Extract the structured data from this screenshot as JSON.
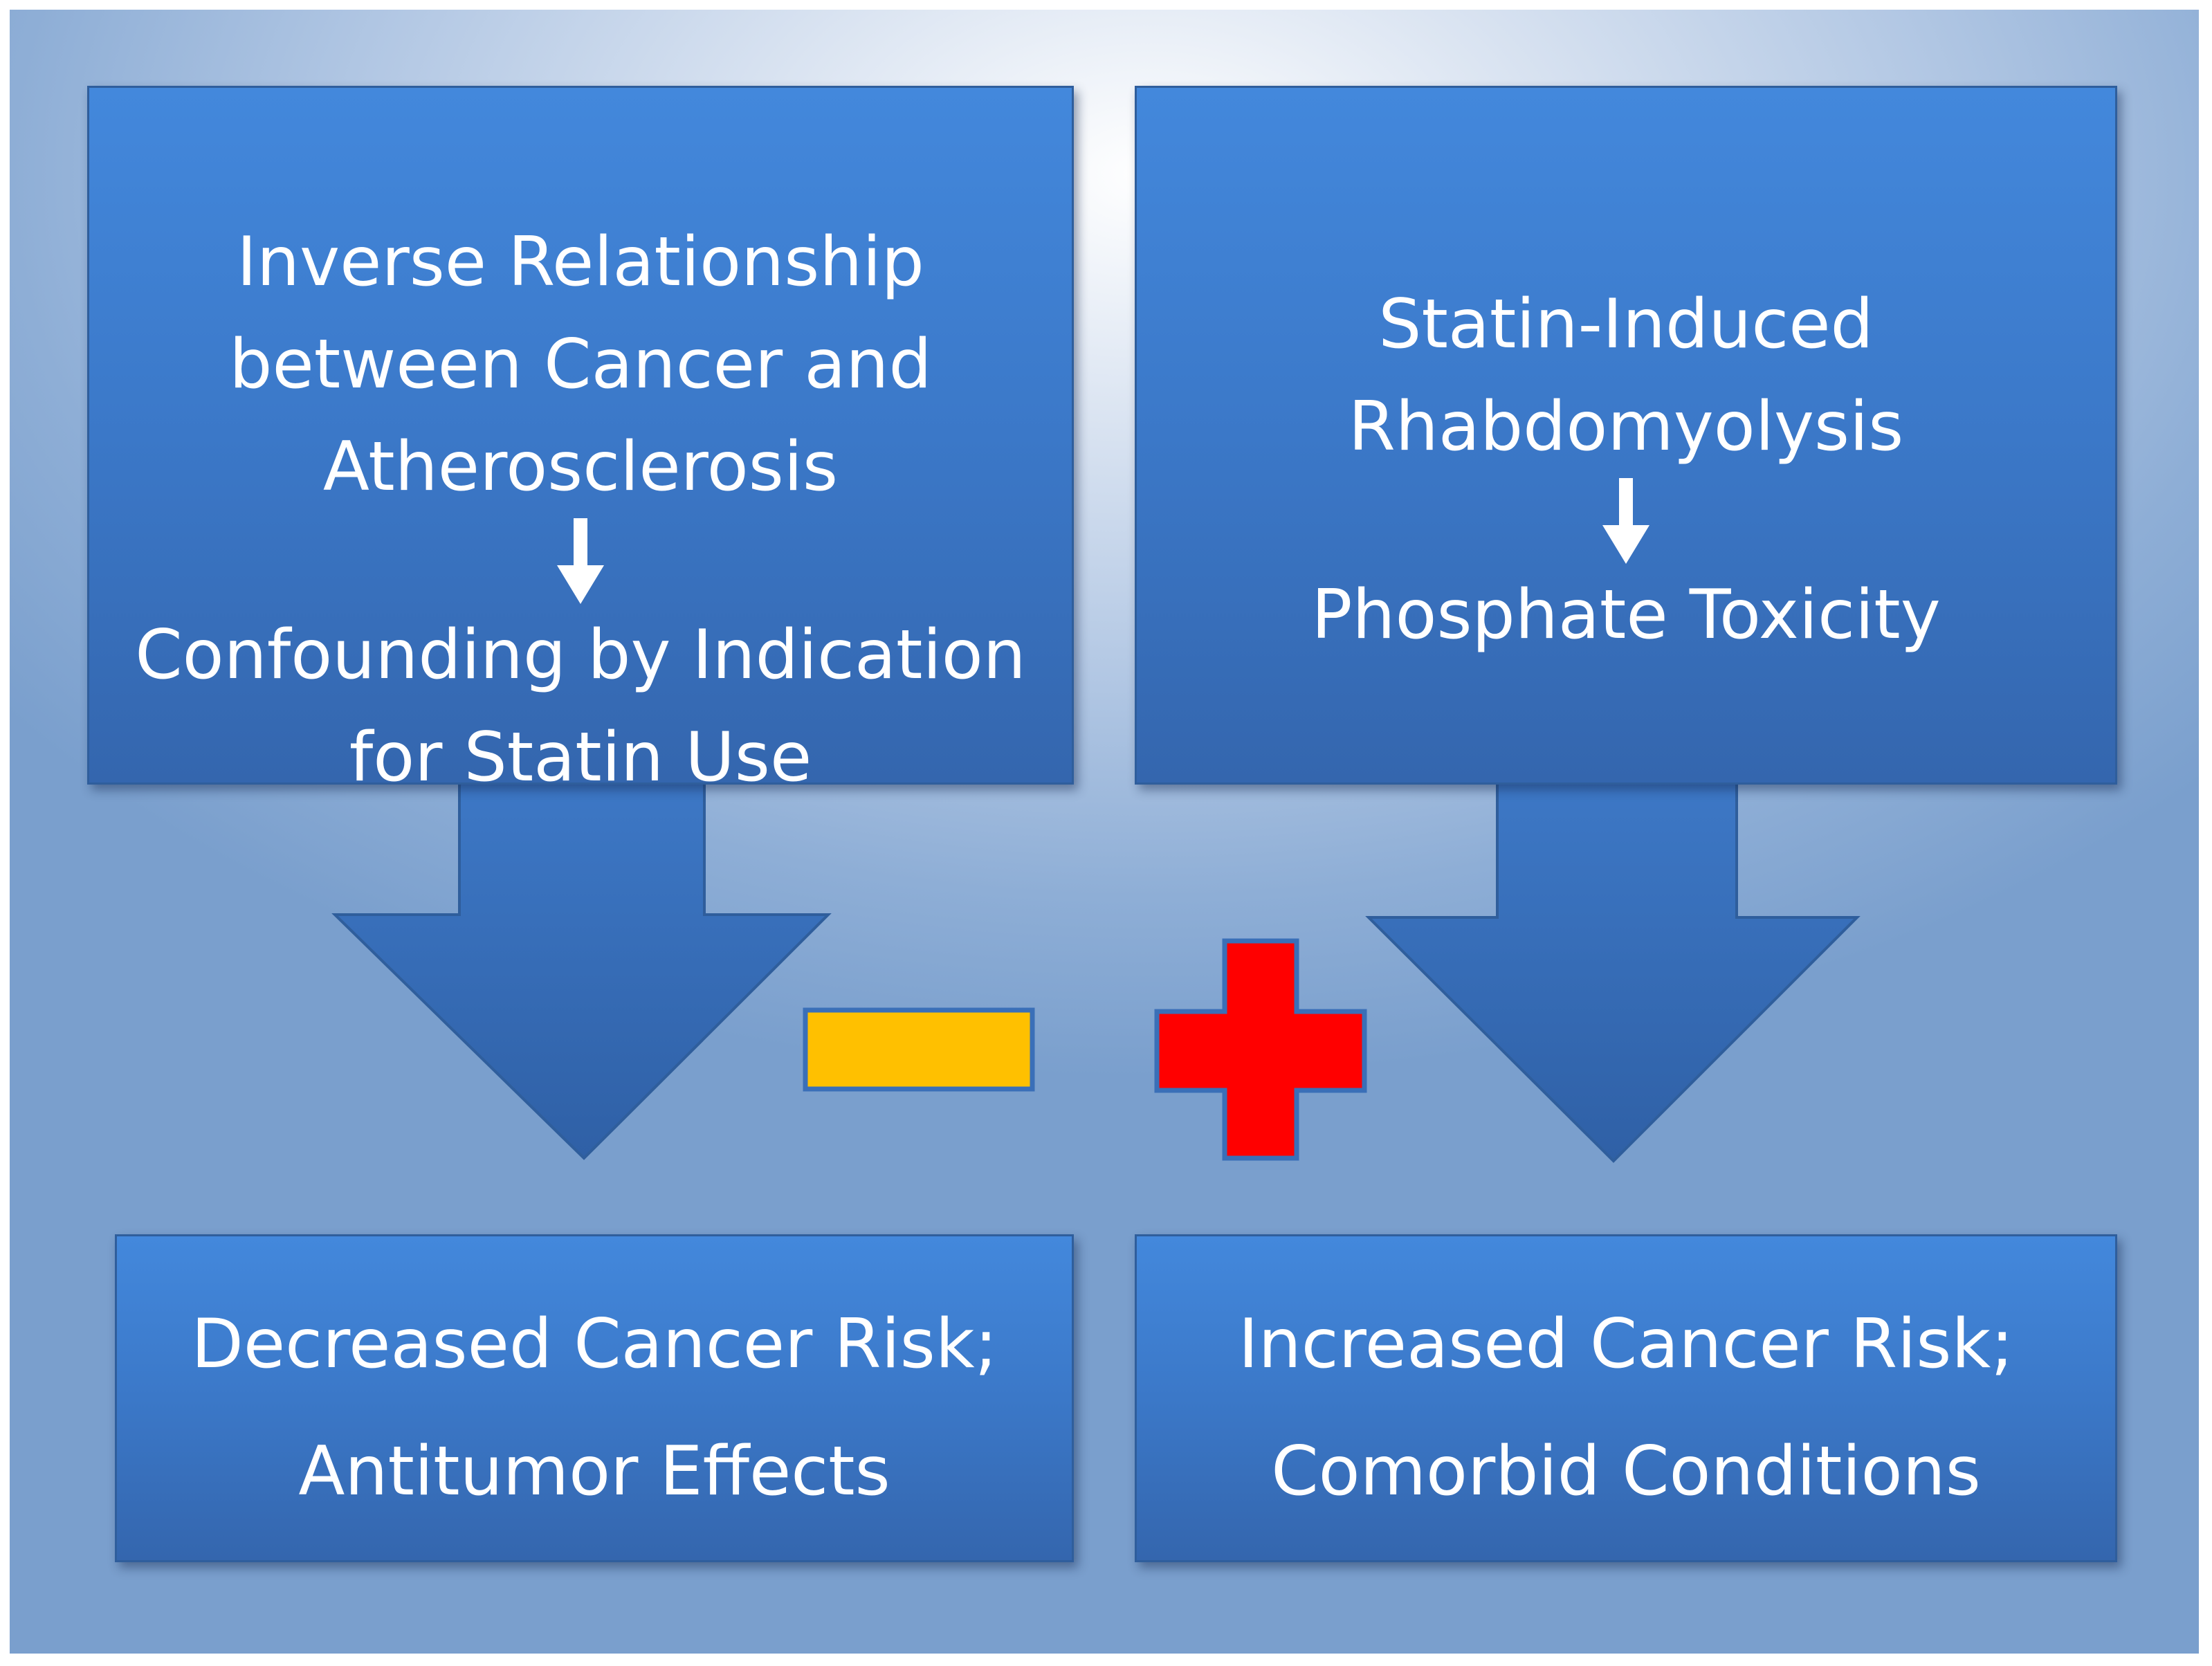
{
  "top_left": {
    "cause_lines": [
      "Inverse Relationship",
      "between Cancer and",
      "Atherosclerosis"
    ],
    "effect_lines": [
      "Confounding by Indication",
      "for Statin Use"
    ]
  },
  "top_right": {
    "cause_lines": [
      "Statin-Induced",
      "Rhabdomyolysis"
    ],
    "effect_lines": [
      "Phosphate Toxicity"
    ]
  },
  "bottom_left": {
    "lines": [
      "Decreased Cancer Risk;",
      "Antitumor Effects"
    ]
  },
  "bottom_right": {
    "lines": [
      "Increased Cancer Risk;",
      "Comorbid Conditions"
    ]
  },
  "symbols": {
    "minus": {
      "name": "minus-sign",
      "color": "#ffc000"
    },
    "plus": {
      "name": "plus-sign",
      "color": "#ff0000"
    }
  },
  "colors": {
    "box": "#3b78c8",
    "arrow": "#3a6fb8",
    "outline": "#2f5e9c"
  }
}
